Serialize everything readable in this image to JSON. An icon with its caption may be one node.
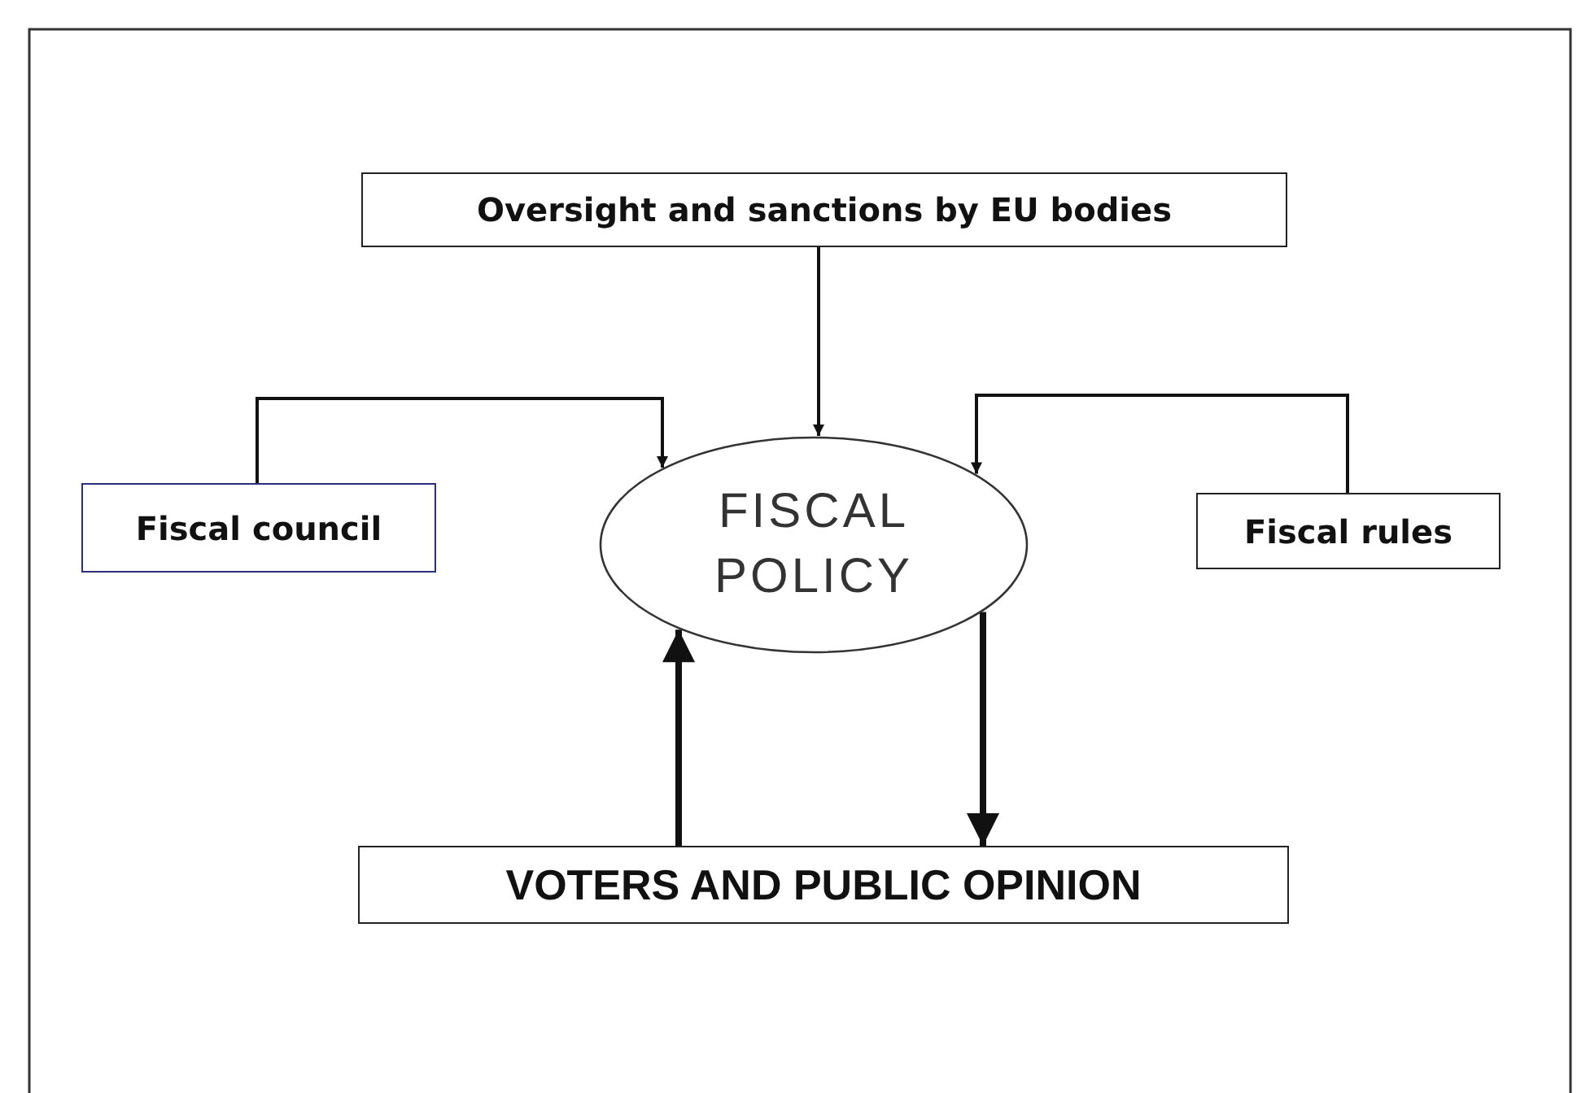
{
  "diagram": {
    "nodes": [
      {
        "text": [
          "Oversight and sanctions by EU bodies"
        ]
      },
      {
        "text": [
          "Fiscal council"
        ]
      },
      {
        "text": [
          "FISCAL POLICY"
        ]
      },
      {
        "text": [
          "Fiscal rules"
        ]
      },
      {
        "text": [
          "VOTERS AND PUBLIC OPINION"
        ]
      }
    ],
    "edges": [
      {
        "from": 0,
        "to": 2,
        "arrow": "to"
      },
      {
        "from": 1,
        "to": 2,
        "arrow": "to"
      },
      {
        "from": 3,
        "to": 2,
        "arrow": "to"
      },
      {
        "from": 4,
        "to": 2,
        "arrow": "to",
        "style": "thick"
      },
      {
        "from": 2,
        "to": 4,
        "arrow": "to",
        "style": "thick"
      }
    ]
  }
}
